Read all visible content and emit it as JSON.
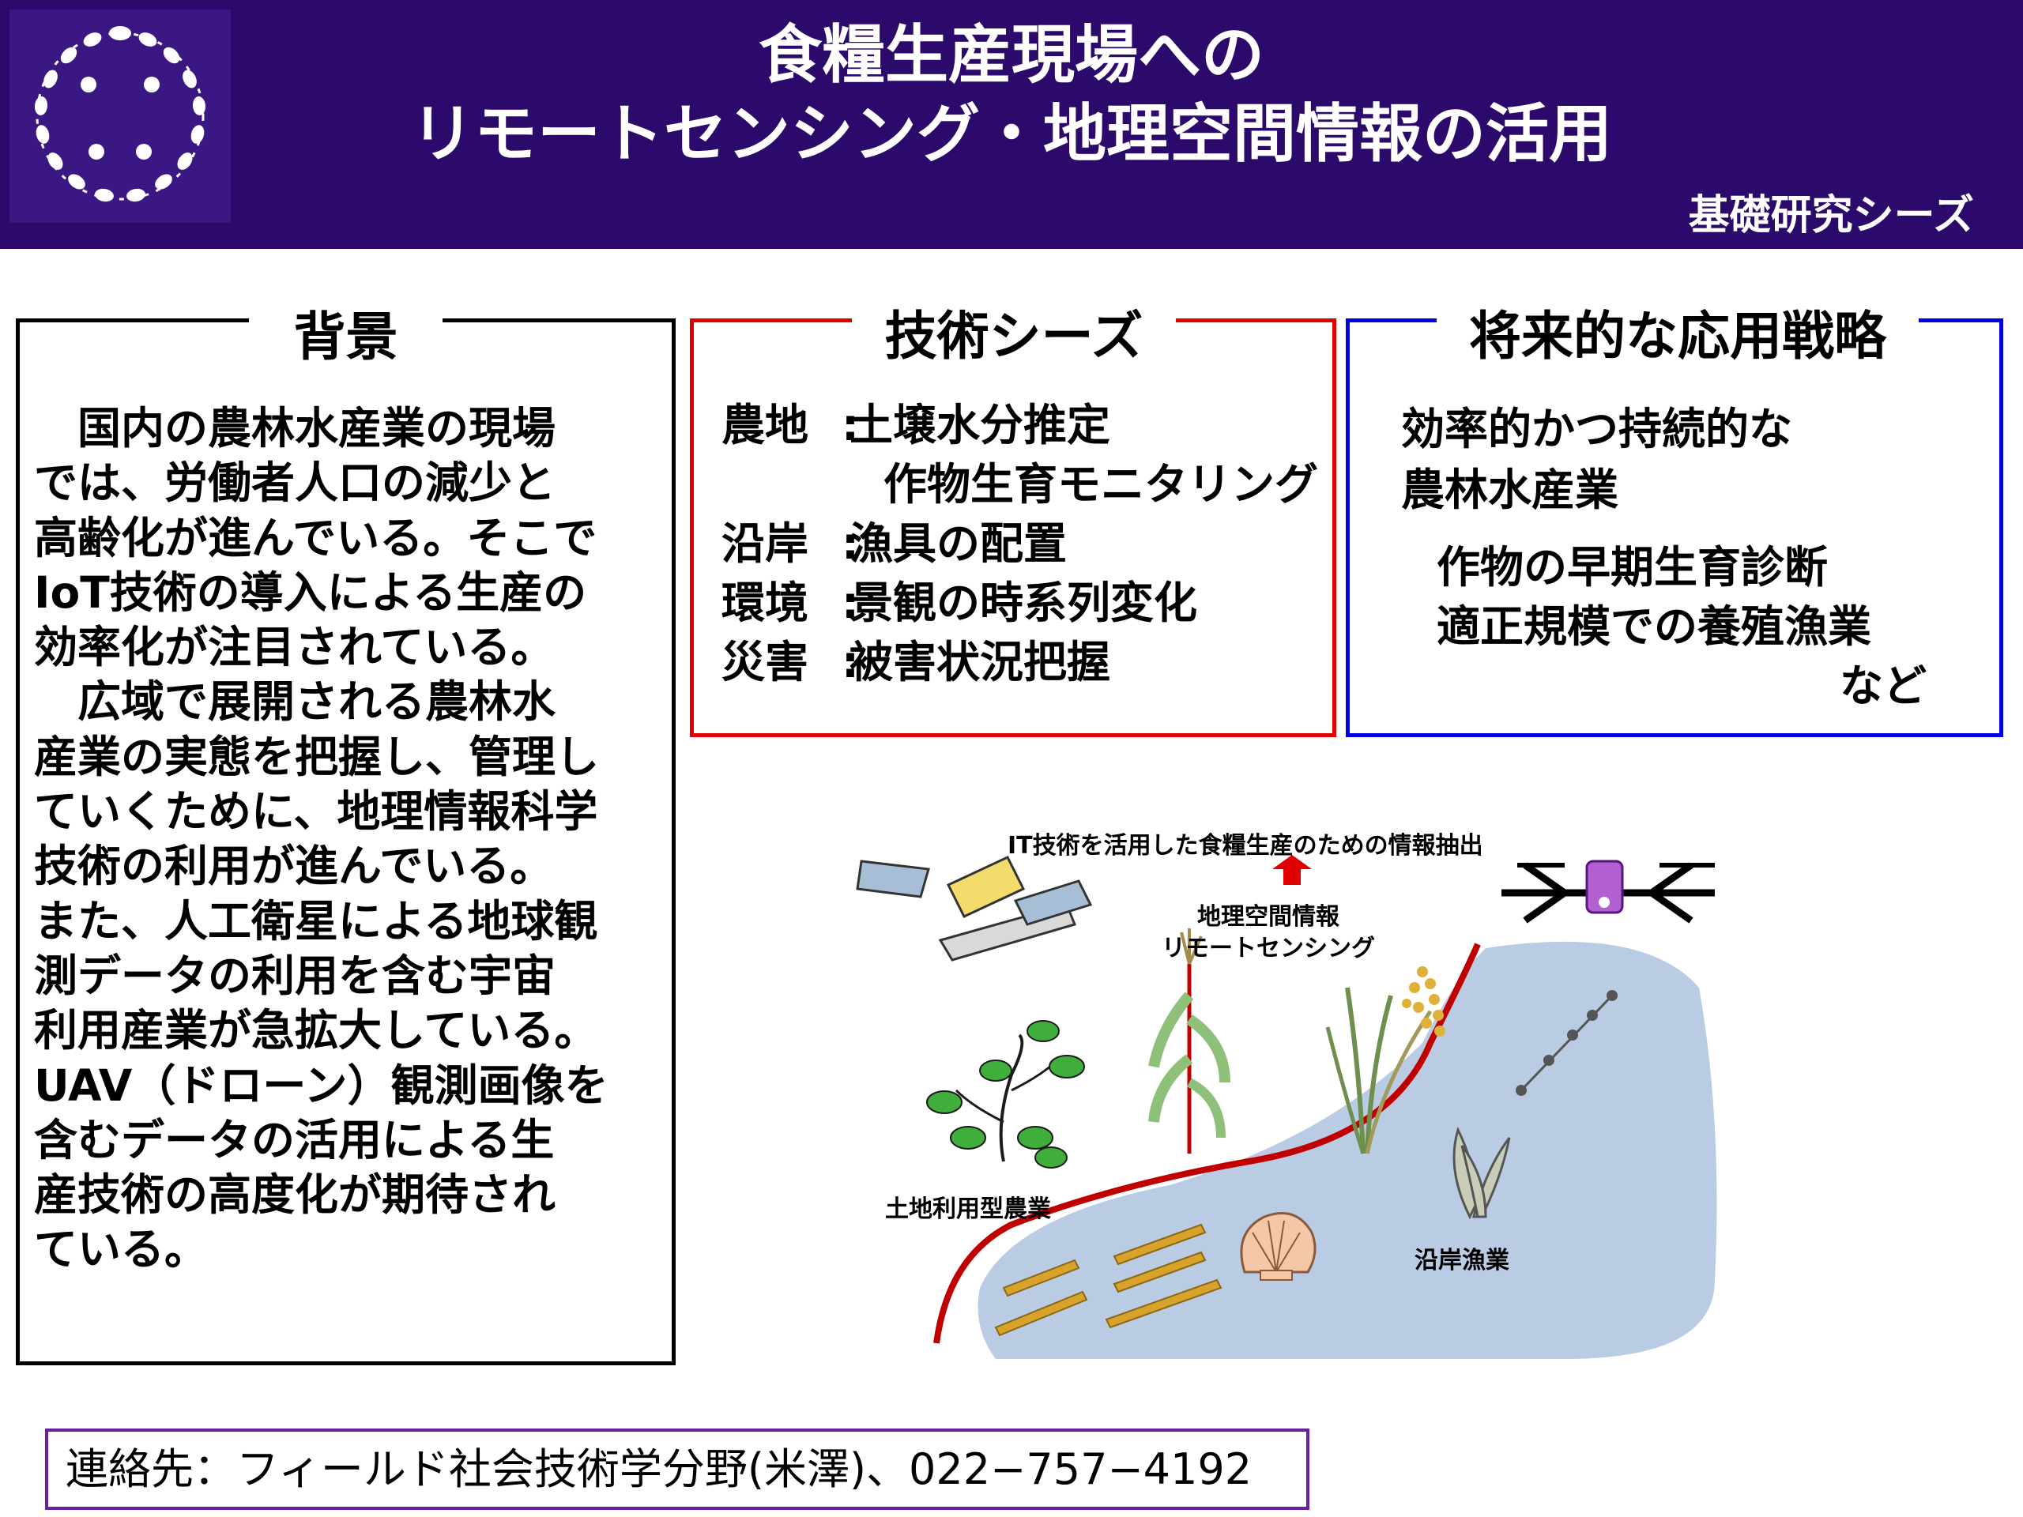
{
  "header": {
    "title_line1": "食糧生産現場への",
    "title_line2": "リモートセンシング・地理空間情報の活用",
    "subtitle": "基礎研究シーズ",
    "logo_icon": "university-emblem-icon",
    "bg_color": "#2c0a6b"
  },
  "background": {
    "title": "背景",
    "lines": [
      "　国内の農林水産業の現場",
      "では、労働者人口の減少と",
      "高齢化が進んでいる。そこで",
      "IoT技術の導入による生産の",
      "効率化が注目されている。",
      "　広域で展開される農林水",
      "産業の実態を把握し、管理し",
      "ていくために、地理情報科学",
      "技術の利用が進んでいる。",
      "また、人工衛星による地球観",
      "測データの利用を含む宇宙",
      "利用産業が急拡大している。",
      "UAV（ドローン）観測画像を",
      "含むデータの活用による生",
      "産技術の高度化が期待され",
      "ている。"
    ]
  },
  "seeds": {
    "title": "技術シーズ",
    "rows": [
      {
        "category": "農地",
        "item": "土壌水分推定"
      },
      {
        "category": "",
        "item": "作物生育モニタリング"
      },
      {
        "category": "沿岸",
        "item": "漁具の配置"
      },
      {
        "category": "環境",
        "item": "景観の時系列変化"
      },
      {
        "category": "災害",
        "item": "被害状況把握"
      }
    ],
    "border_color": "#e00000"
  },
  "future": {
    "title": "将来的な応用戦略",
    "line1": "効率的かつ持続的な",
    "line2": "農林水産業",
    "line3": "作物の早期生育診断",
    "line4": "適正規模での養殖漁業",
    "line5": "など",
    "border_color": "#0000e0"
  },
  "diagram": {
    "caption_top": "IT技術を活用した食糧生産のための情報抽出",
    "label_geo1": "地理空間情報",
    "label_geo2": "リモートセンシング",
    "label_farm": "土地利用型農業",
    "label_coast": "沿岸漁業",
    "icons": [
      "satellite-icon",
      "drone-icon",
      "soybean-plant-icon",
      "corn-plant-icon",
      "rice-plant-icon",
      "scallop-icon",
      "seaweed-icon",
      "fishing-line-icon",
      "aquaculture-raft-icon",
      "up-arrow-icon"
    ]
  },
  "contact": {
    "text": "連絡先：フィールド社会技術学分野(米澤)、022−757−4192"
  }
}
